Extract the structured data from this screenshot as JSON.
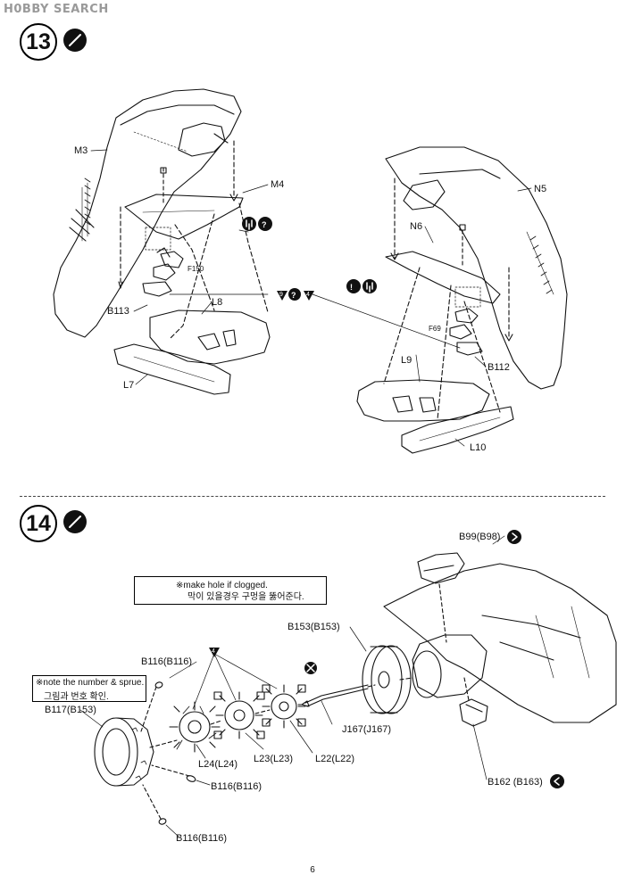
{
  "watermark": "H0BBY SEARCH",
  "page_number": "6",
  "step13": {
    "number": "13",
    "labels": {
      "M3": "M3",
      "M4": "M4",
      "F150": "F150",
      "B113": "B113",
      "L8": "L8",
      "L7": "L7",
      "N5": "N5",
      "N6": "N6",
      "F69": "F69",
      "L9": "L9",
      "B112": "B112",
      "L10": "L10",
      "ref9": "9",
      "ref4": "4"
    }
  },
  "step14": {
    "number": "14",
    "note_hole": {
      "en": "※make hole if clogged.",
      "ko": "막이 있을경우 구멍을 뚫어준다."
    },
    "note_sprue": {
      "en": "※note the number & sprue.",
      "ko": "그림과 번호 확인."
    },
    "labels": {
      "B99": "B99(B98)",
      "B153": "B153(B153)",
      "B116_top": "B116(B116)",
      "B117": "B117(B153)",
      "ref4": "4",
      "J167": "J167(J167)",
      "L24": "L24(L24)",
      "L23": "L23(L23)",
      "L22": "L22(L22)",
      "B116_mid": "B116(B116)",
      "B116_bot": "B116(B116)",
      "B162": "B162 (B163)"
    }
  }
}
